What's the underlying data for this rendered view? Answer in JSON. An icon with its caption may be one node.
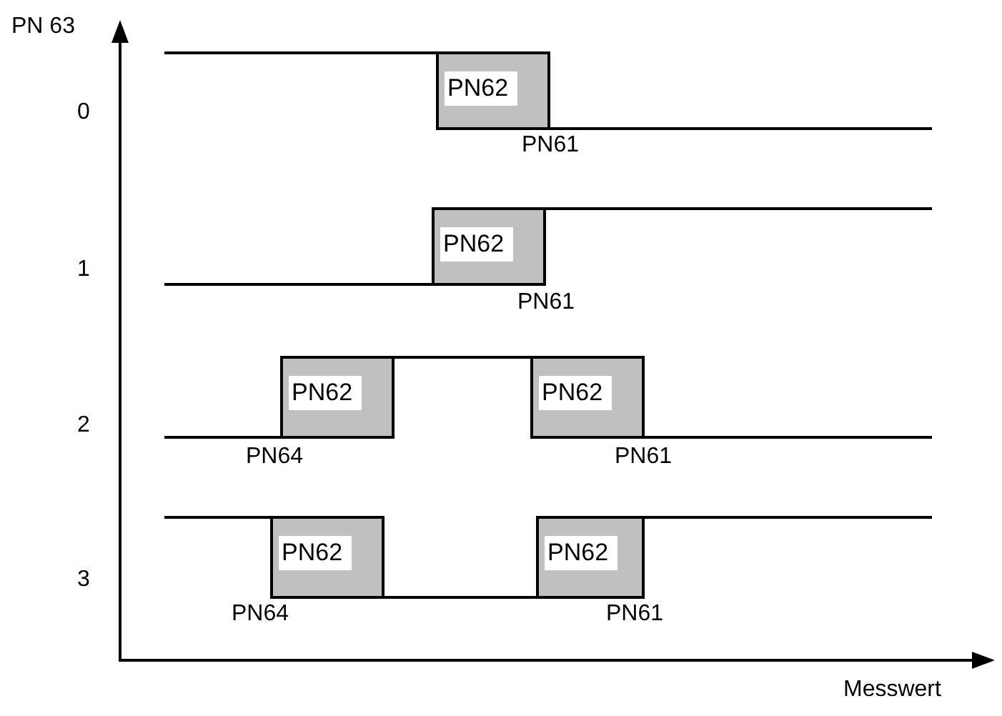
{
  "diagram": {
    "nodes": [
      {
        "text": [
          "PN62"
        ]
      },
      {
        "text": [
          "PN62"
        ]
      },
      {
        "text": [
          "PN62"
        ]
      },
      {
        "text": [
          "PN62"
        ]
      },
      {
        "text": [
          "PN62"
        ]
      },
      {
        "text": [
          "PN62"
        ]
      }
    ],
    "labels": [
      "PN 63",
      "0",
      "PN61",
      "1",
      "PN61",
      "2",
      "PN64",
      "PN61",
      "3",
      "PN64",
      "PN61",
      "Messwert"
    ]
  }
}
